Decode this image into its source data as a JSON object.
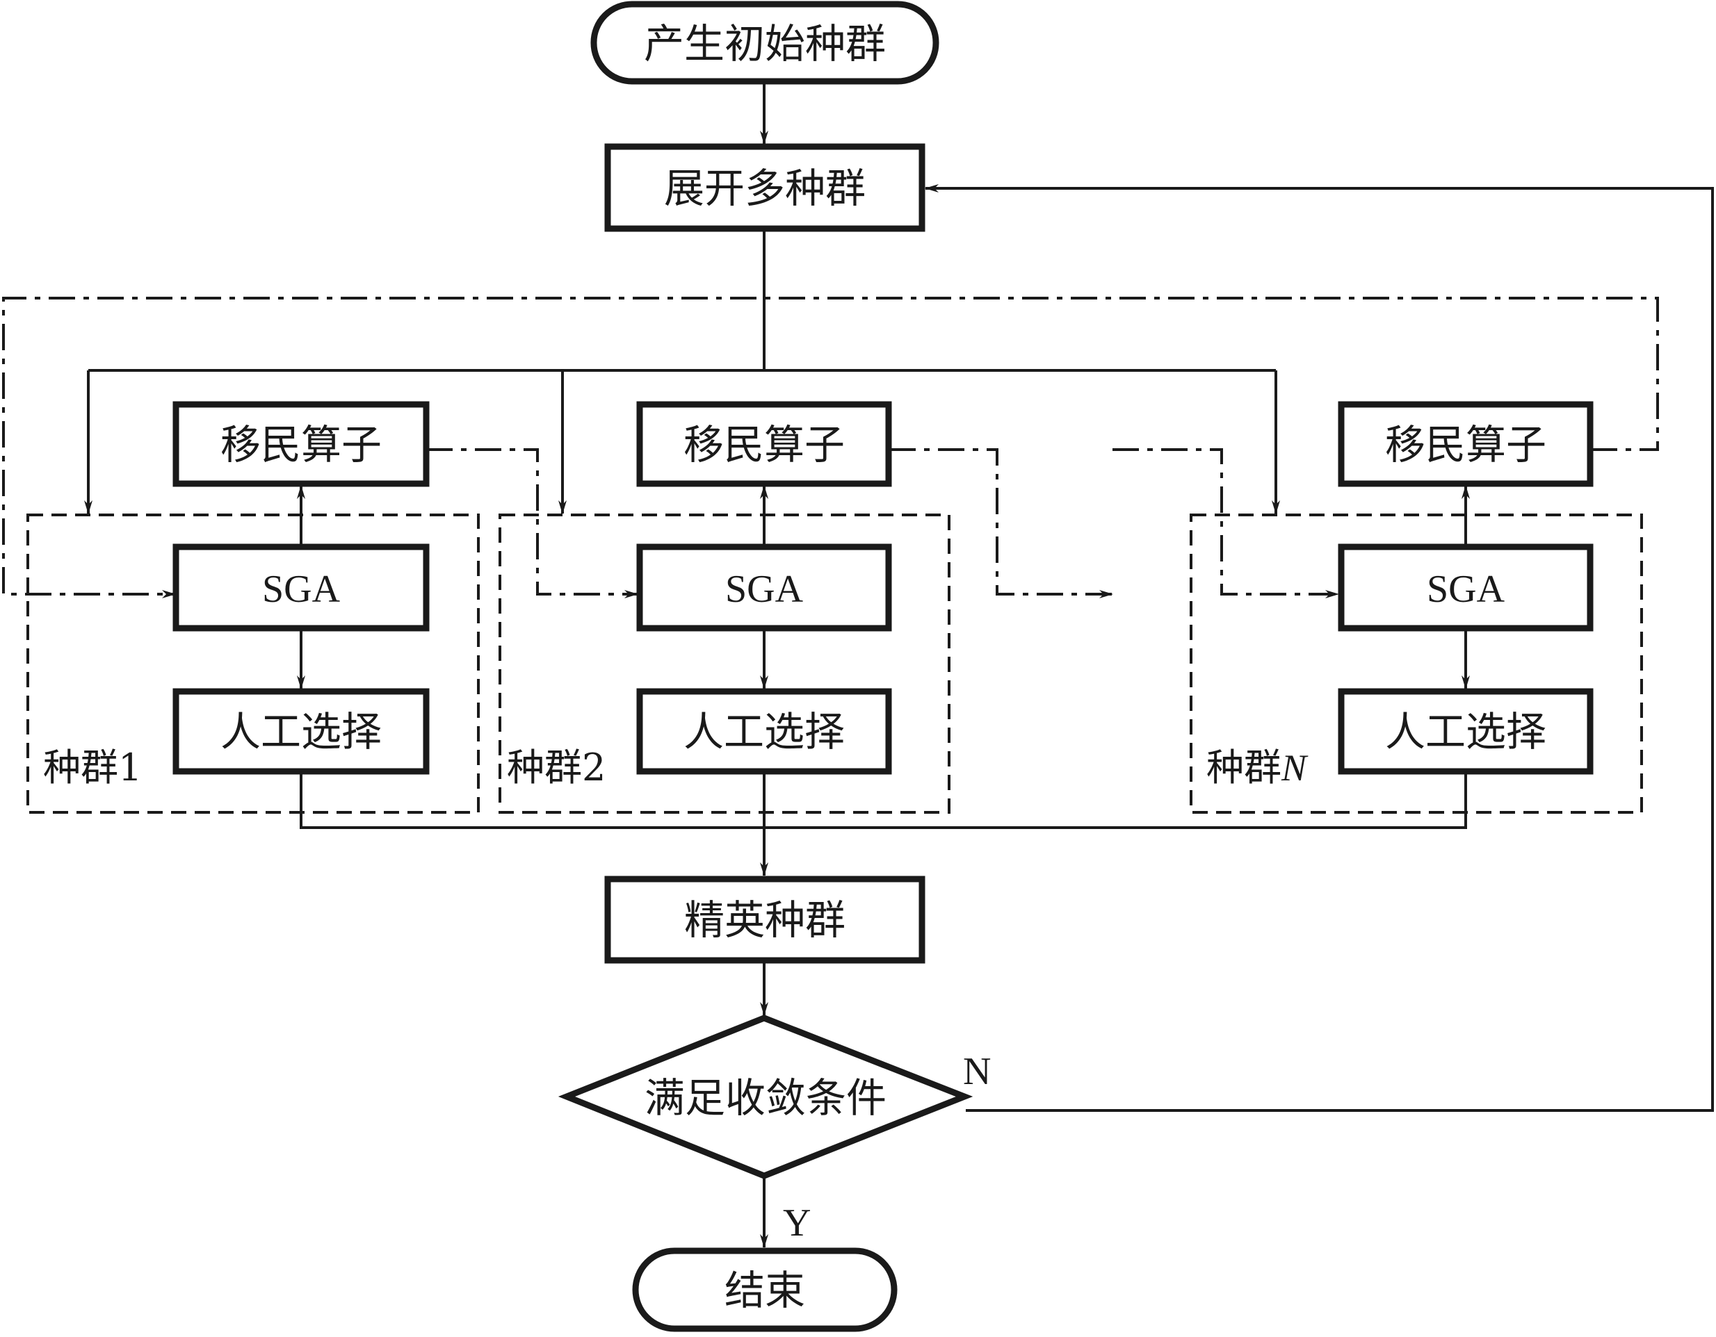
{
  "diagram": {
    "type": "flowchart",
    "start": {
      "label": "产生初始种群"
    },
    "expand": {
      "label": "展开多种群"
    },
    "populations": [
      {
        "group_label": "种群1",
        "migration_label": "移民算子",
        "sga_label": "SGA",
        "selection_label": "人工选择"
      },
      {
        "group_label": "种群2",
        "migration_label": "移民算子",
        "sga_label": "SGA",
        "selection_label": "人工选择"
      },
      {
        "group_label_prefix": "种群",
        "group_label_index": "N",
        "migration_label": "移民算子",
        "sga_label": "SGA",
        "selection_label": "人工选择"
      }
    ],
    "elite": {
      "label": "精英种群"
    },
    "decision": {
      "label": "满足收敛条件",
      "no_label": "N",
      "yes_label": "Y"
    },
    "end": {
      "label": "结束"
    },
    "edges": [
      {
        "from": "产生初始种群",
        "to": "展开多种群",
        "style": "solid"
      },
      {
        "from": "展开多种群",
        "to": "种群1",
        "style": "solid"
      },
      {
        "from": "展开多种群",
        "to": "种群2",
        "style": "solid"
      },
      {
        "from": "展开多种群",
        "to": "种群N",
        "style": "solid"
      },
      {
        "from": "SGA",
        "to": "移民算子",
        "style": "solid"
      },
      {
        "from": "SGA",
        "to": "人工选择",
        "style": "solid"
      },
      {
        "from": "种群1.移民算子",
        "to": "种群2.SGA",
        "style": "dash-dot"
      },
      {
        "from": "种群2.移民算子",
        "to": "…",
        "style": "dash-dot"
      },
      {
        "from": "…",
        "to": "种群N.SGA",
        "style": "dash-dot"
      },
      {
        "from": "种群N.移民算子",
        "to": "种群1.SGA",
        "style": "dash-dot"
      },
      {
        "from": "人工选择",
        "to": "精英种群",
        "style": "solid"
      },
      {
        "from": "精英种群",
        "to": "满足收敛条件",
        "style": "solid"
      },
      {
        "from": "满足收敛条件",
        "to": "展开多种群",
        "label": "N",
        "style": "solid"
      },
      {
        "from": "满足收敛条件",
        "to": "结束",
        "label": "Y",
        "style": "solid"
      }
    ]
  }
}
